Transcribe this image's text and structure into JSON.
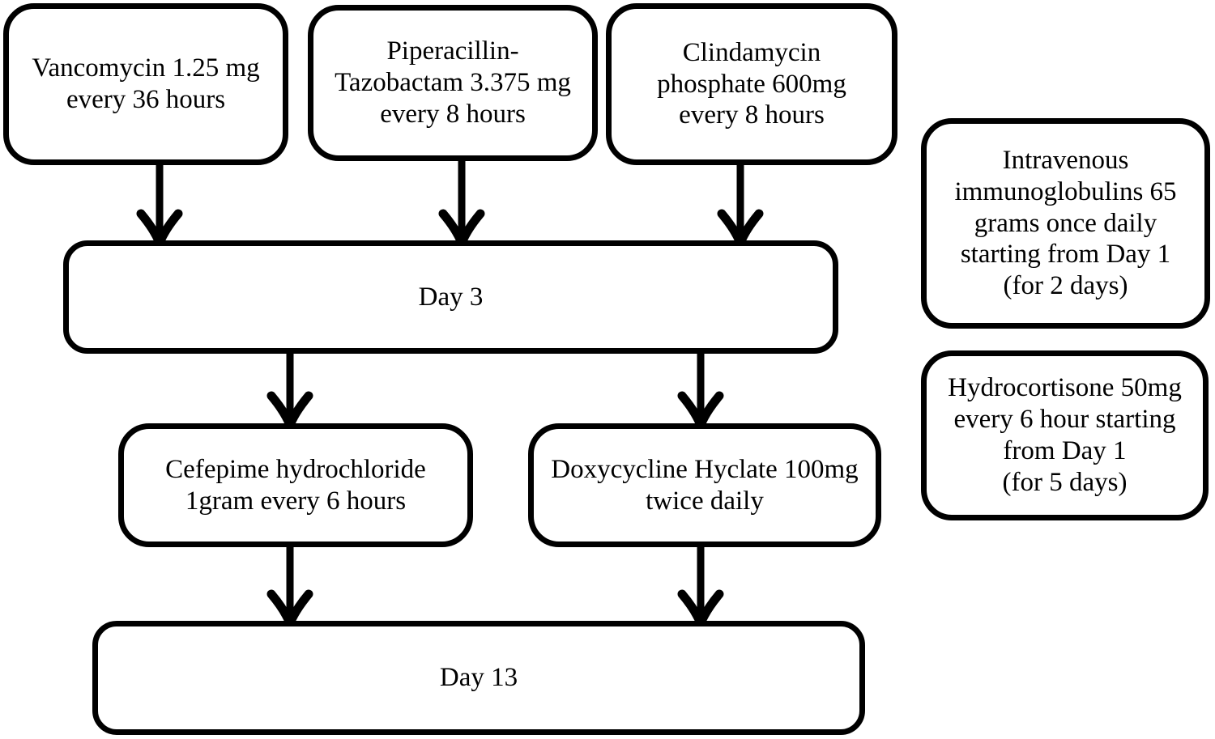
{
  "diagram": {
    "type": "flowchart",
    "description": "Treatment timeline flowchart",
    "boxes": {
      "vancomycin": {
        "label": "Vancomycin 1.25 mg\nevery 36 hours"
      },
      "piperacillin": {
        "label": "Piperacillin-\nTazobactam 3.375 mg\nevery 8 hours"
      },
      "clindamycin": {
        "label": "Clindamycin\nphosphate 600mg\nevery 8 hours"
      },
      "ivig": {
        "label": "Intravenous\nimmunoglobulins 65\ngrams once daily\nstarting from Day 1\n(for 2 days)"
      },
      "hydrocortisone": {
        "label": "Hydrocortisone 50mg\nevery 6 hour starting\nfrom Day 1\n(for 5 days)"
      },
      "day3": {
        "label": "Day 3"
      },
      "cefepime": {
        "label": "Cefepime hydrochloride\n1gram every 6 hours"
      },
      "doxycycline": {
        "label": "Doxycycline Hyclate 100mg\ntwice daily"
      },
      "day13": {
        "label": "Day 13"
      }
    },
    "edges": [
      {
        "from": "vancomycin",
        "to": "day3"
      },
      {
        "from": "piperacillin",
        "to": "day3"
      },
      {
        "from": "clindamycin",
        "to": "day3"
      },
      {
        "from": "day3",
        "to": "cefepime"
      },
      {
        "from": "day3",
        "to": "doxycycline"
      },
      {
        "from": "cefepime",
        "to": "day13"
      },
      {
        "from": "doxycycline",
        "to": "day13"
      }
    ],
    "colors": {
      "background": "#ffffff",
      "box_fill": "#ffffff",
      "border": "#000000",
      "text": "#000000",
      "arrow": "#000000"
    }
  }
}
